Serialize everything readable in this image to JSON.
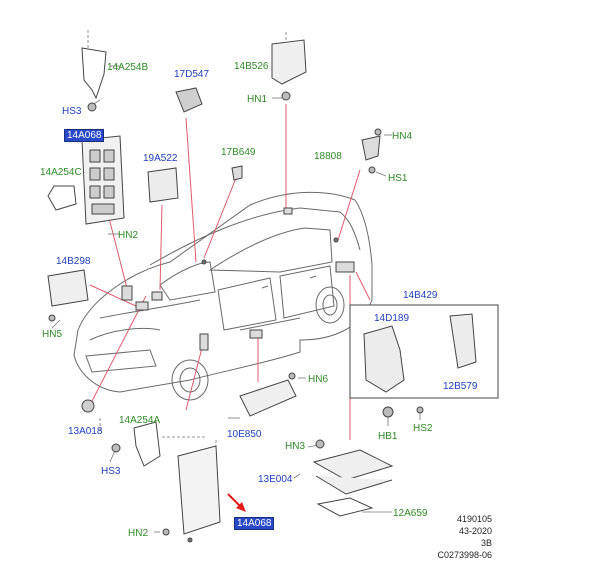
{
  "colors": {
    "leader_line": "#e05a6a",
    "part_number_blue": "#1f3fbf",
    "fastener_green": "#2e8b25",
    "highlight_fill": "#2a49c8",
    "pointer_arrow": "#e31b1b",
    "linework": "#555555"
  },
  "labels": {
    "p14A254B": "14A254B",
    "p17D547": "17D547",
    "p14B526": "14B526",
    "hn1": "HN1",
    "hs3_top": "HS3",
    "p14A068_top": "14A068",
    "p14A254C": "14A254C",
    "p19A522": "19A522",
    "p17B649": "17B649",
    "p18808": "18808",
    "hn4": "HN4",
    "hs1": "HS1",
    "hn2_mid": "HN2",
    "p14B298": "14B298",
    "p14B429": "14B429",
    "hn5": "HN5",
    "p14D189": "14D189",
    "p12B579": "12B579",
    "hn6": "HN6",
    "p13A018": "13A018",
    "p14A254A": "14A254A",
    "p10E850": "10E850",
    "hb1": "HB1",
    "hs2": "HS2",
    "hn3": "HN3",
    "hs3_bottom": "HS3",
    "p13E004": "13E004",
    "p12A659": "12A659",
    "hn2_bottom": "HN2",
    "p14A068_bottom": "14A068"
  },
  "meta": {
    "line1": "4190105",
    "line2": "43-2020",
    "line3": "3B",
    "line4": "C0273998-06"
  }
}
